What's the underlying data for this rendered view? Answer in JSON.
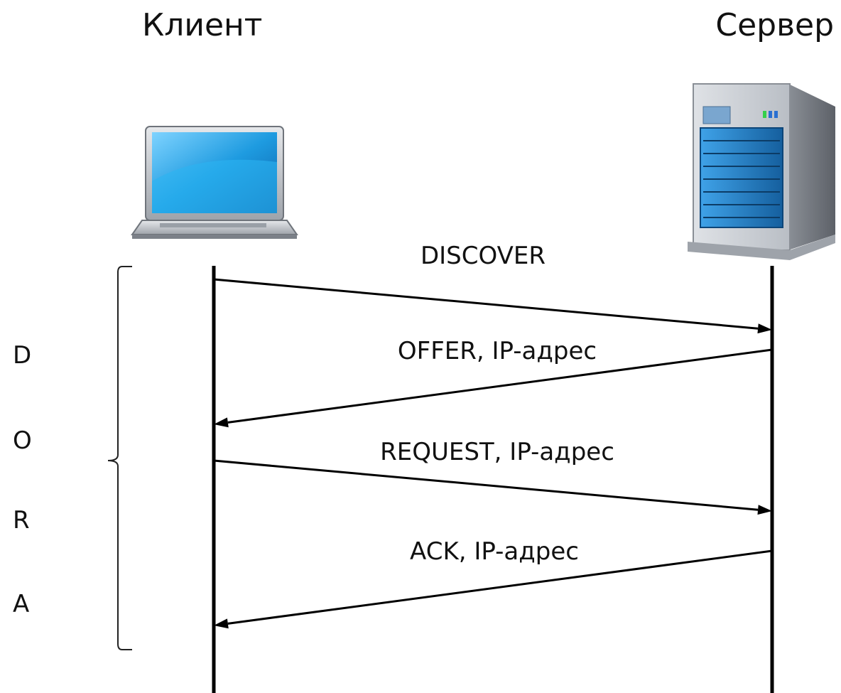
{
  "participants": {
    "client": {
      "title": "Клиент",
      "icon": "laptop-icon"
    },
    "server": {
      "title": "Сервер",
      "icon": "server-icon"
    }
  },
  "messages": [
    {
      "label": "DISCOVER",
      "direction": "client-to-server"
    },
    {
      "label": "OFFER, IP-адрес",
      "direction": "server-to-client"
    },
    {
      "label": "REQUEST, IP-адрес",
      "direction": "client-to-server"
    },
    {
      "label": "ACK, IP-адрес",
      "direction": "server-to-client"
    }
  ],
  "acronym": {
    "letters": [
      "D",
      "O",
      "R",
      "A"
    ]
  },
  "colors": {
    "line": "#000000",
    "screen": "#1e9be0",
    "server_body": "#c8ccd3",
    "server_rack": "#1d6fb8"
  }
}
